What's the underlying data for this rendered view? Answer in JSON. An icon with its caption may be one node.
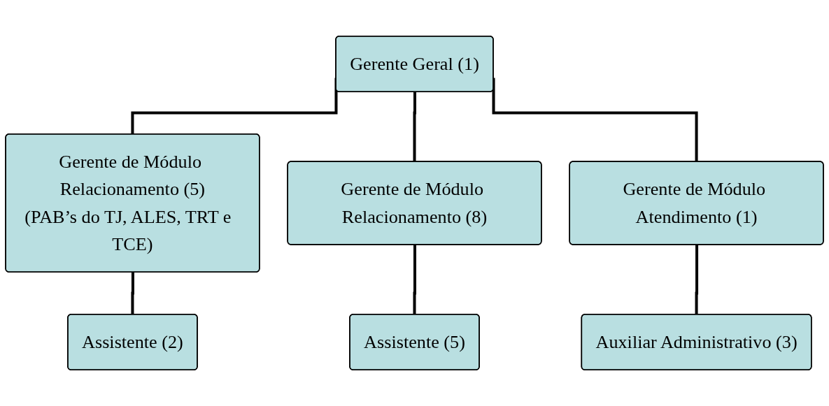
{
  "diagram": {
    "nodes": [
      {
        "text": [
          "Gerente Geral (1)"
        ]
      },
      {
        "text": [
          "Gerente de Módulo Relacionamento (5)",
          "(PAB’s do TJ, ALES, TRT e  TCE)"
        ]
      },
      {
        "text": [
          "Gerente de Módulo Relacionamento (8)"
        ]
      },
      {
        "text": [
          "Gerente de Módulo Atendimento (1)"
        ]
      },
      {
        "text": [
          "Assistente (2)"
        ]
      },
      {
        "text": [
          "Assistente (5)"
        ]
      },
      {
        "text": [
          "Auxiliar Administrativo (3)"
        ]
      }
    ],
    "edges": [
      {
        "from": 0,
        "to": 1,
        "arrow": "none"
      },
      {
        "from": 0,
        "to": 2,
        "arrow": "none"
      },
      {
        "from": 0,
        "to": 3,
        "arrow": "none"
      },
      {
        "from": 1,
        "to": 4,
        "arrow": "none"
      },
      {
        "from": 2,
        "to": 5,
        "arrow": "none"
      },
      {
        "from": 3,
        "to": 6,
        "arrow": "none"
      }
    ]
  }
}
